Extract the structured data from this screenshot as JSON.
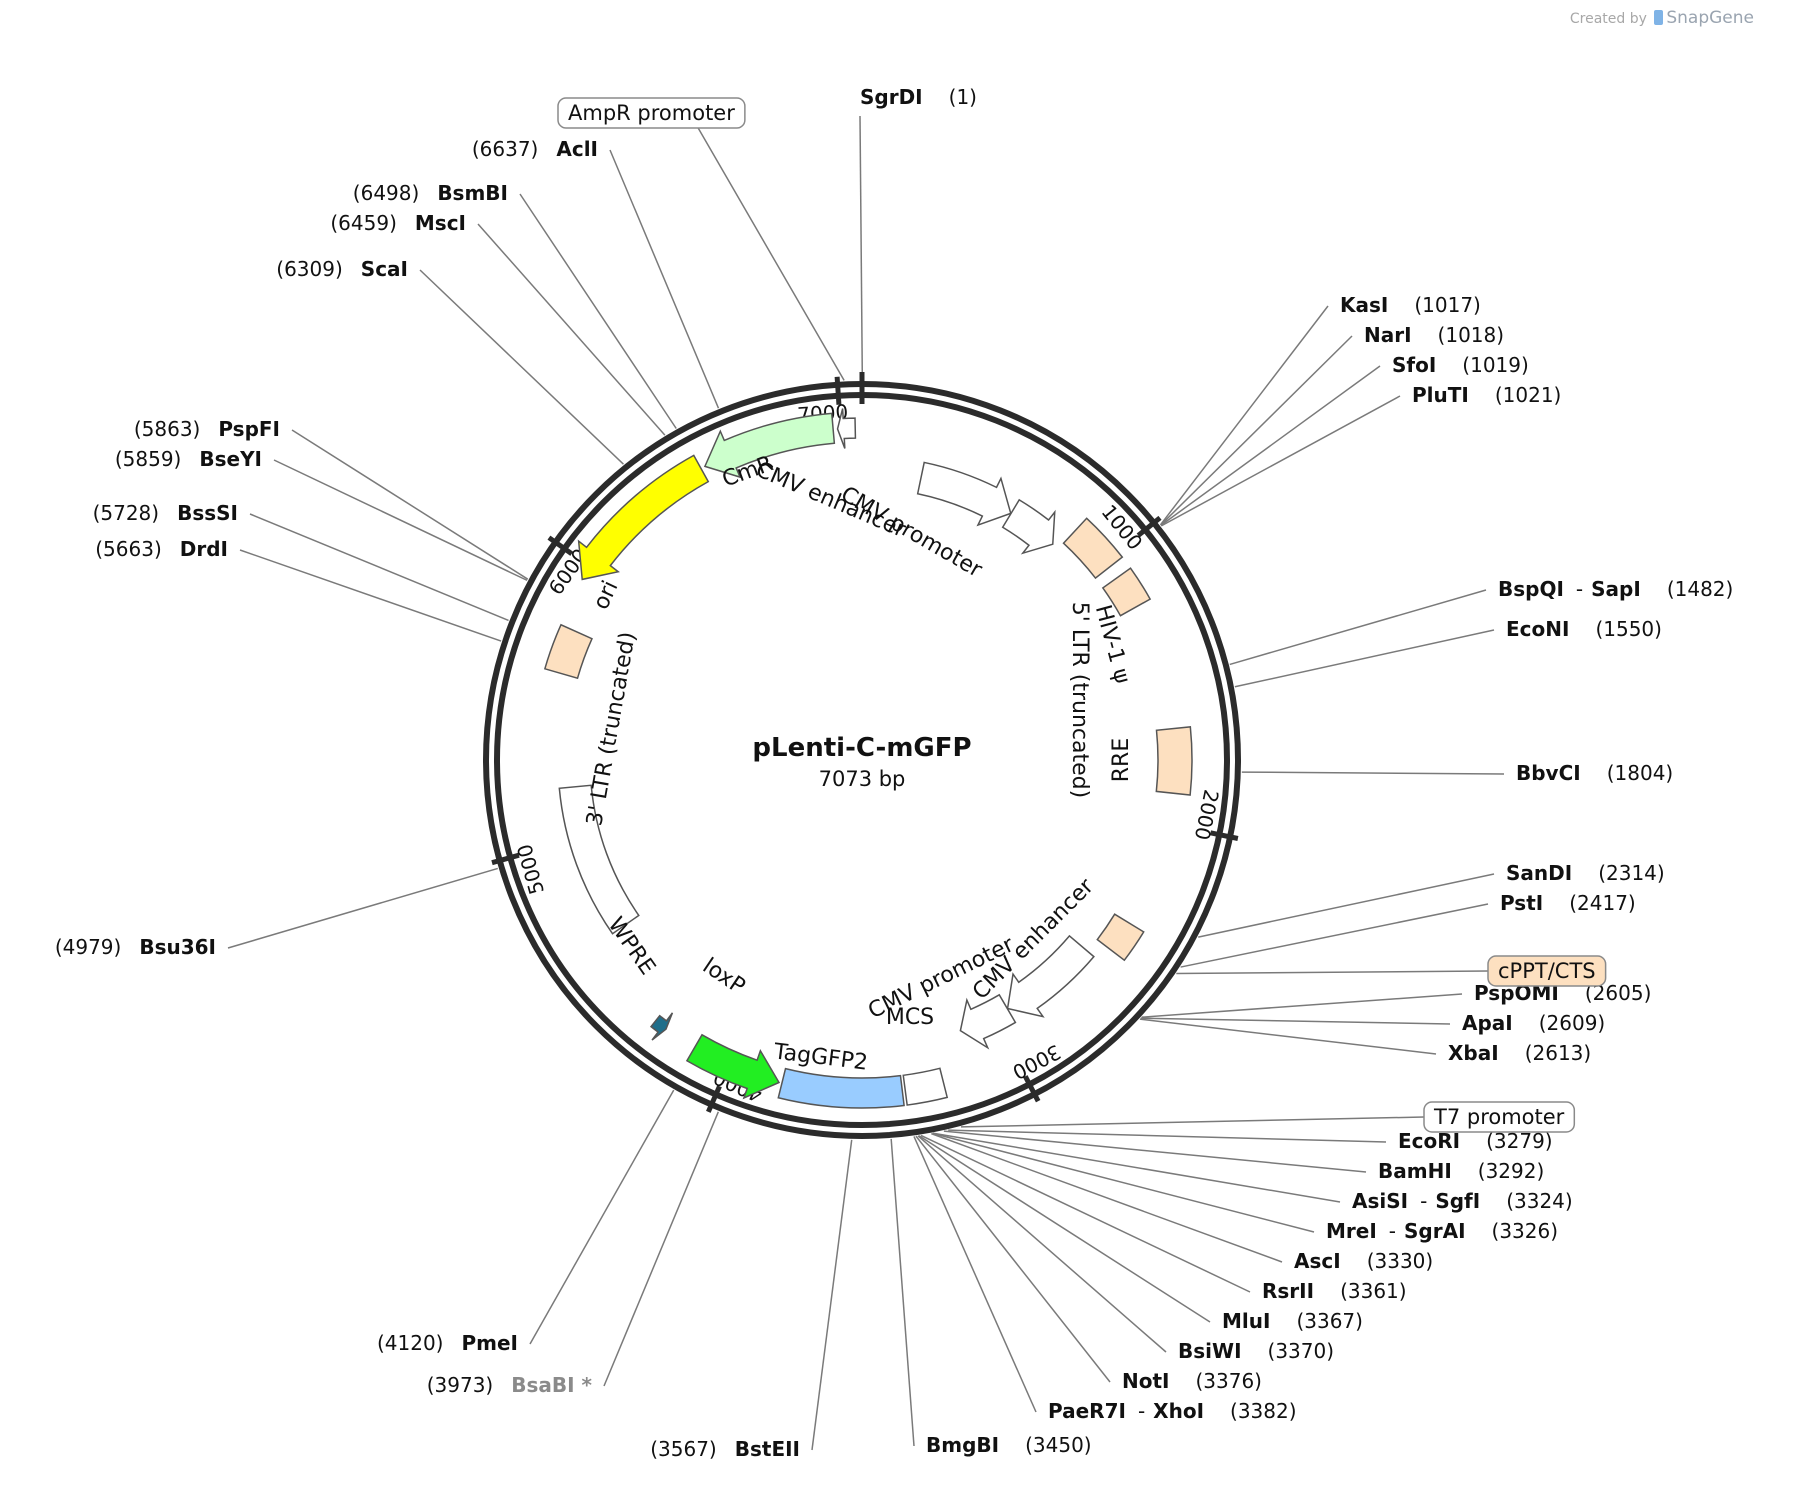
{
  "credit": {
    "prefix": "Created by",
    "brand": "SnapGene"
  },
  "plasmid": {
    "name": "pLenti-C-mGFP",
    "size": "7073 bp",
    "length": 7073
  },
  "ticks": [
    "1000",
    "2000",
    "3000",
    "4000",
    "5000",
    "6000",
    "7000"
  ],
  "features": [
    {
      "label": "CMV enhancer",
      "start": 232,
      "end": 611,
      "color": "#ffffff",
      "type": "arrow"
    },
    {
      "label": "CMV promoter",
      "start": 612,
      "end": 815,
      "color": "#ffffff",
      "type": "arrow"
    },
    {
      "label": "5' LTR (truncated)",
      "start": 843,
      "end": 1023,
      "color": "#fde0c0",
      "type": "box"
    },
    {
      "label": "HIV-1 ψ",
      "start": 1070,
      "end": 1195,
      "color": "#fde0c0",
      "type": "box"
    },
    {
      "label": "RRE",
      "start": 1655,
      "end": 1888,
      "color": "#fde0c0",
      "type": "box"
    },
    {
      "label": "cPPT/CTS",
      "start": 2385,
      "end": 2502,
      "color": "#fde0c0",
      "type": "box"
    },
    {
      "label": "CMV enhancer",
      "start": 2560,
      "end": 2940,
      "color": "#ffffff",
      "type": "arrow"
    },
    {
      "label": "CMV promoter",
      "start": 2941,
      "end": 3144,
      "color": "#ffffff",
      "type": "arrow"
    },
    {
      "label": "MCS",
      "start": 3258,
      "end": 3390,
      "color": "#ffffff",
      "type": "box"
    },
    {
      "label": "TagGFP2",
      "start": 3810,
      "end": 3400,
      "color": "#99ccff",
      "type": "box"
    },
    {
      "label": "TagGFP2",
      "start": 4130,
      "end": 3820,
      "color": "#22ee22",
      "type": "arrow"
    },
    {
      "label": "loxP",
      "start": 4290,
      "end": 4245,
      "color": "#1f6e8a",
      "type": "arrow"
    },
    {
      "label": "WPRE",
      "start": 4620,
      "end": 5200,
      "color": "#ffffff",
      "type": "box"
    },
    {
      "label": "3' LTR (truncated)",
      "start": 5620,
      "end": 5780,
      "color": "#fde0c0",
      "type": "box"
    },
    {
      "label": "ori",
      "start": 6505,
      "end": 5950,
      "color": "#ffff00",
      "type": "arrow"
    },
    {
      "label": "CmR",
      "start": 6975,
      "end": 6520,
      "color": "#ccffcc",
      "type": "arrow"
    },
    {
      "label": "AmpR promoter",
      "start": 7050,
      "end": 6990,
      "color": "#ffffff",
      "type": "arrow"
    }
  ],
  "sites": [
    {
      "name": "SgrDI",
      "pos": "(1)",
      "bp": 1
    },
    {
      "name": "KasI",
      "pos": "(1017)",
      "bp": 1017
    },
    {
      "name": "NarI",
      "pos": "(1018)",
      "bp": 1018
    },
    {
      "name": "SfoI",
      "pos": "(1019)",
      "bp": 1019
    },
    {
      "name": "PluTI",
      "pos": "(1021)",
      "bp": 1021
    },
    {
      "name": "BspQI",
      "name2": "SapI",
      "pos": "(1482)",
      "bp": 1482
    },
    {
      "name": "EcoNI",
      "pos": "(1550)",
      "bp": 1550
    },
    {
      "name": "BbvCI",
      "pos": "(1804)",
      "bp": 1804
    },
    {
      "name": "SanDI",
      "pos": "(2314)",
      "bp": 2314
    },
    {
      "name": "PstI",
      "pos": "(2417)",
      "bp": 2417
    },
    {
      "name": "PspOMI",
      "pos": "(2605)",
      "bp": 2605
    },
    {
      "name": "ApaI",
      "pos": "(2609)",
      "bp": 2609
    },
    {
      "name": "XbaI",
      "pos": "(2613)",
      "bp": 2613
    },
    {
      "name": "EcoRI",
      "pos": "(3279)",
      "bp": 3279
    },
    {
      "name": "BamHI",
      "pos": "(3292)",
      "bp": 3292
    },
    {
      "name": "AsiSI",
      "name2": "SgfI",
      "pos": "(3324)",
      "bp": 3324
    },
    {
      "name": "MreI",
      "name2": "SgrAI",
      "pos": "(3326)",
      "bp": 3326
    },
    {
      "name": "AscI",
      "pos": "(3330)",
      "bp": 3330
    },
    {
      "name": "RsrII",
      "pos": "(3361)",
      "bp": 3361
    },
    {
      "name": "MluI",
      "pos": "(3367)",
      "bp": 3367
    },
    {
      "name": "BsiWI",
      "pos": "(3370)",
      "bp": 3370
    },
    {
      "name": "NotI",
      "pos": "(3376)",
      "bp": 3376
    },
    {
      "name": "PaeR7I",
      "name2": "XhoI",
      "pos": "(3382)",
      "bp": 3382
    },
    {
      "name": "BmgBI",
      "pos": "(3450)",
      "bp": 3450
    },
    {
      "name": "BstEII",
      "pos": "(3567)",
      "bp": 3567
    },
    {
      "name": "BsaBI *",
      "pos": "(3973)",
      "bp": 3973,
      "gray": true
    },
    {
      "name": "PmeI",
      "pos": "(4120)",
      "bp": 4120
    },
    {
      "name": "Bsu36I",
      "pos": "(4979)",
      "bp": 4979
    },
    {
      "name": "DrdI",
      "pos": "(5663)",
      "bp": 5663
    },
    {
      "name": "BssSI",
      "pos": "(5728)",
      "bp": 5728
    },
    {
      "name": "BseYI",
      "pos": "(5859)",
      "bp": 5859
    },
    {
      "name": "PspFI",
      "pos": "(5863)",
      "bp": 5863
    },
    {
      "name": "ScaI",
      "pos": "(6309)",
      "bp": 6309
    },
    {
      "name": "MscI",
      "pos": "(6459)",
      "bp": 6459
    },
    {
      "name": "BsmBI",
      "pos": "(6498)",
      "bp": 6498
    },
    {
      "name": "AclI",
      "pos": "(6637)",
      "bp": 6637
    }
  ],
  "boxed_labels": [
    {
      "text": "AmpR promoter",
      "fill": "#ffffff"
    },
    {
      "text": "cPPT/CTS",
      "fill": "#fde0c0"
    },
    {
      "text": "T7 promoter",
      "fill": "#ffffff"
    }
  ]
}
